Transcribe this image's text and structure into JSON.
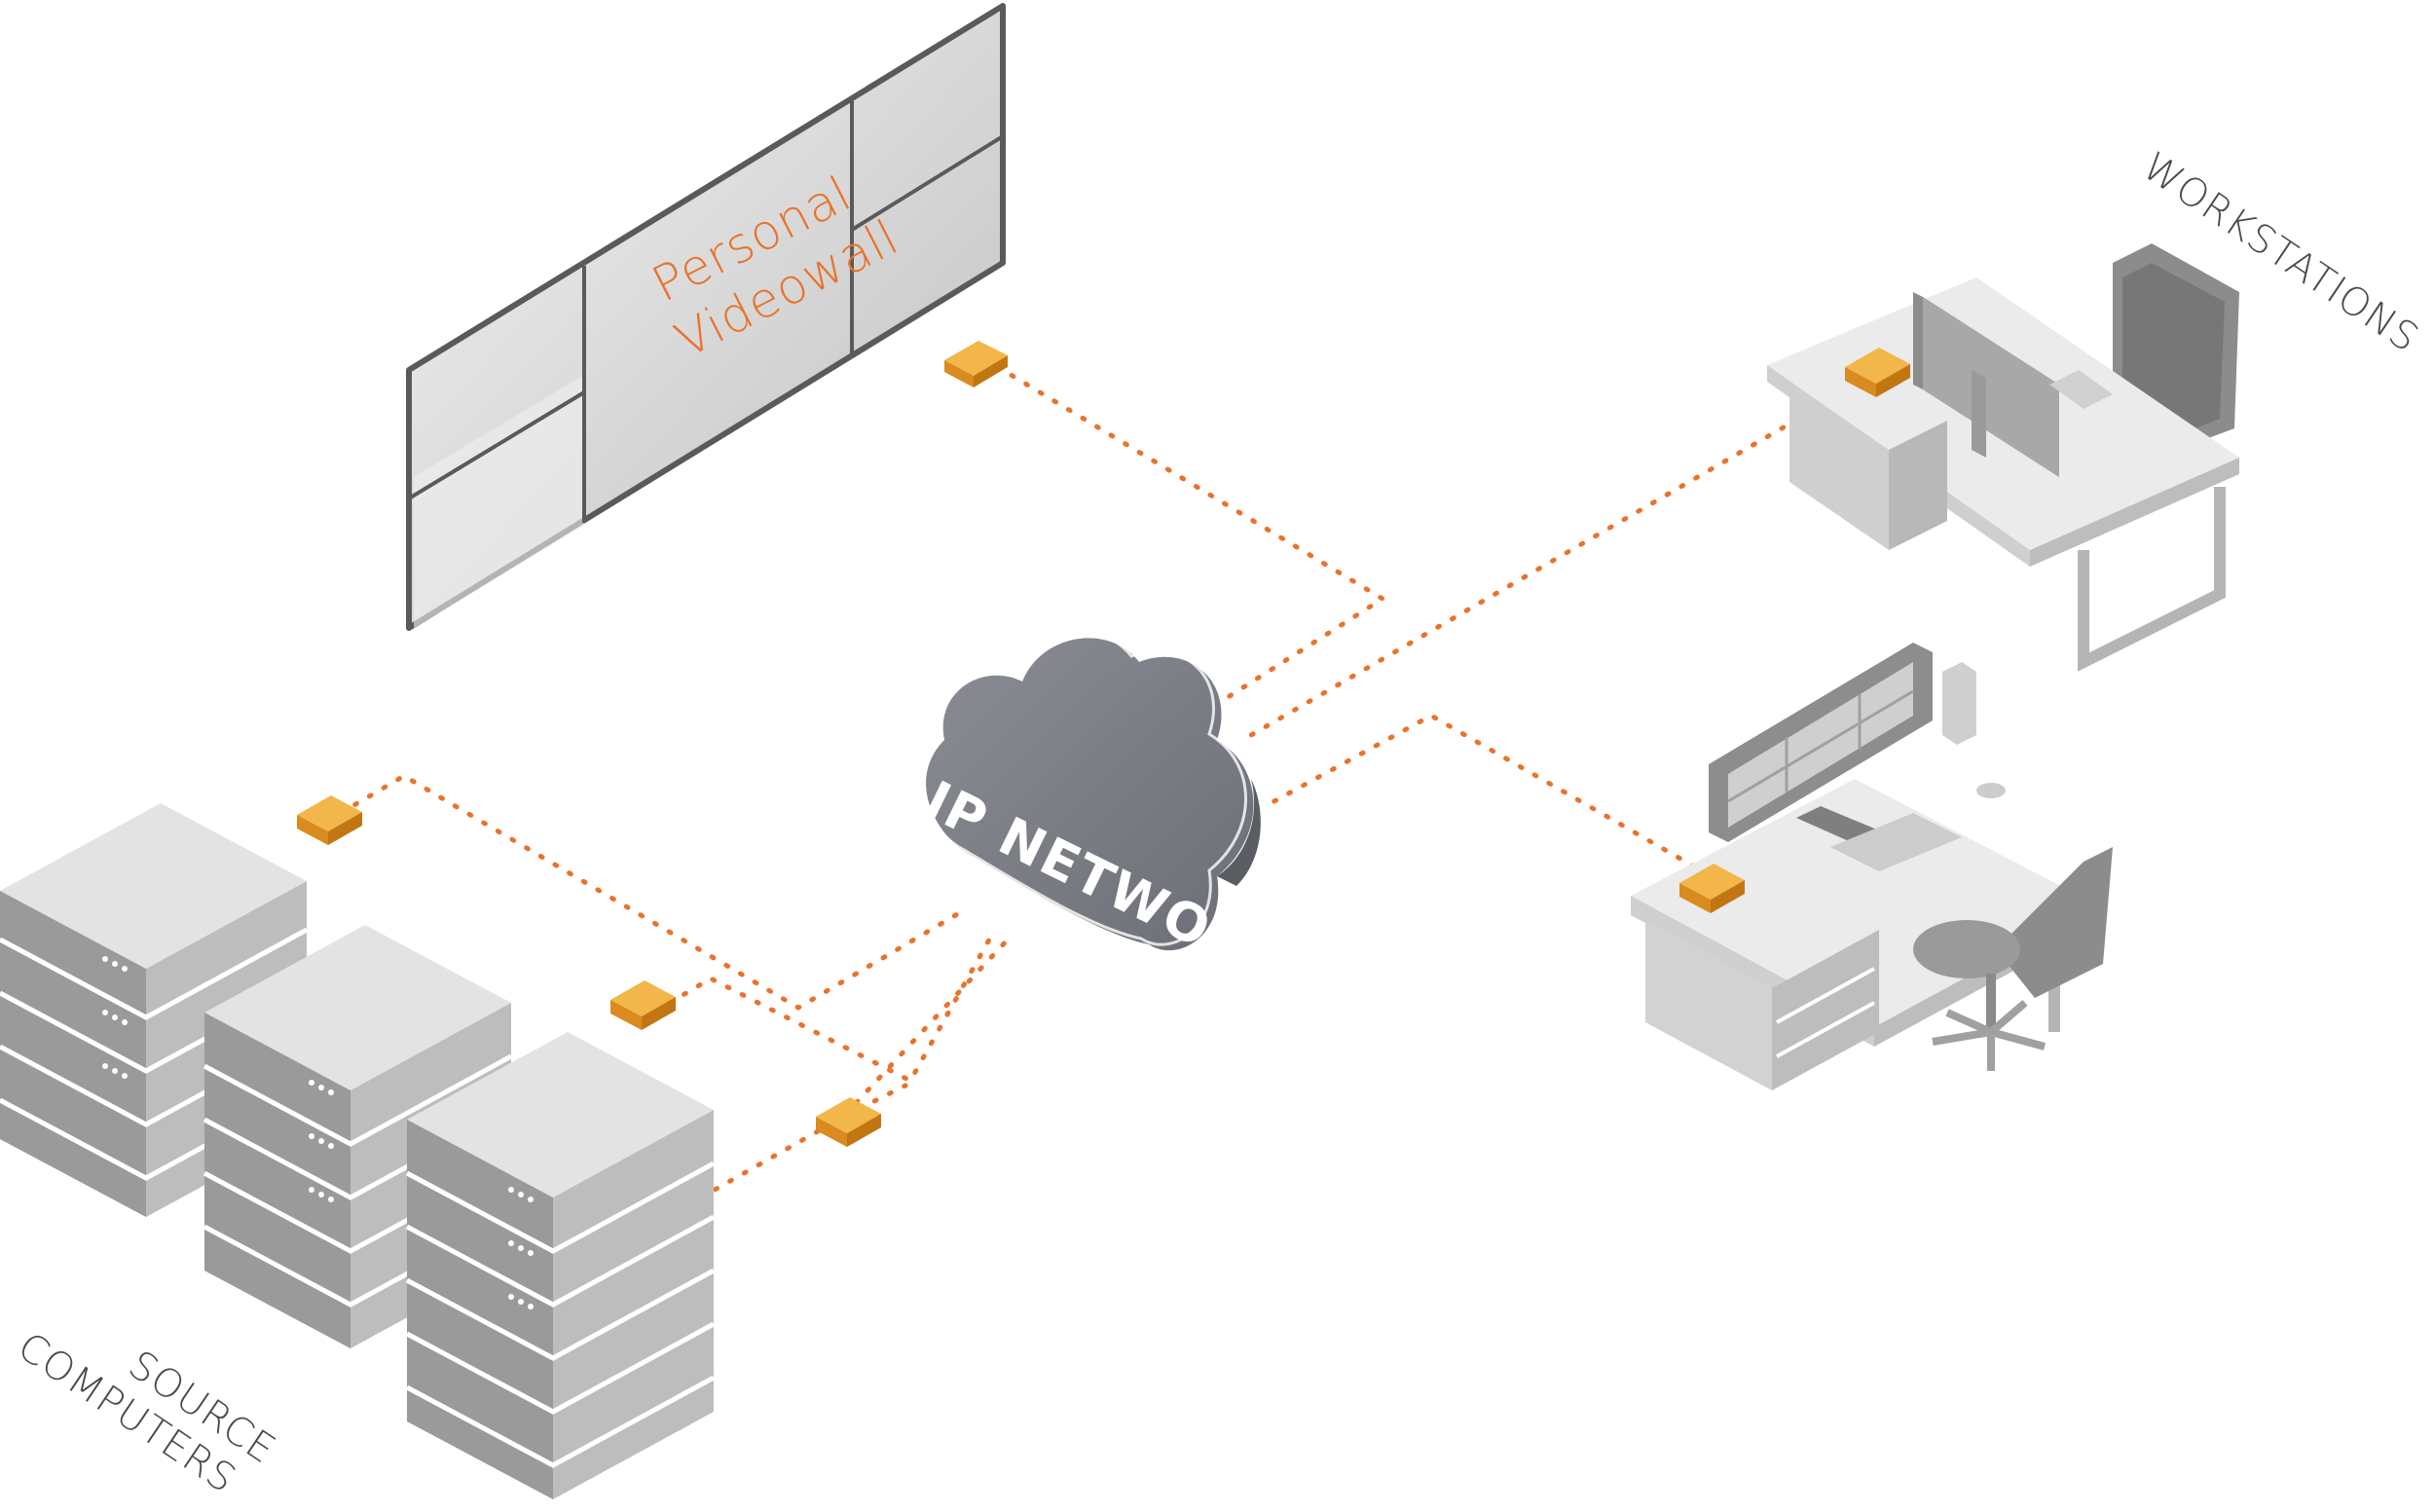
{
  "labels": {
    "videowall_line1": "Personal",
    "videowall_line2": "Videowall",
    "network": "IP NETWORK",
    "workstations": "WORKSTATIONS",
    "source_line1": "SOURCE",
    "source_line2": "COMPUTERS"
  },
  "colors": {
    "accent": "#e9732a",
    "device_orange": "#e8a028",
    "cloud": "#7d8187",
    "server_gray": "#a9a9a9",
    "desk_gray": "#d4d4d4"
  },
  "icons": [
    "videowall-icon",
    "cloud-icon",
    "server-stack-icon",
    "workstation-desk-icon",
    "extender-device-icon"
  ]
}
